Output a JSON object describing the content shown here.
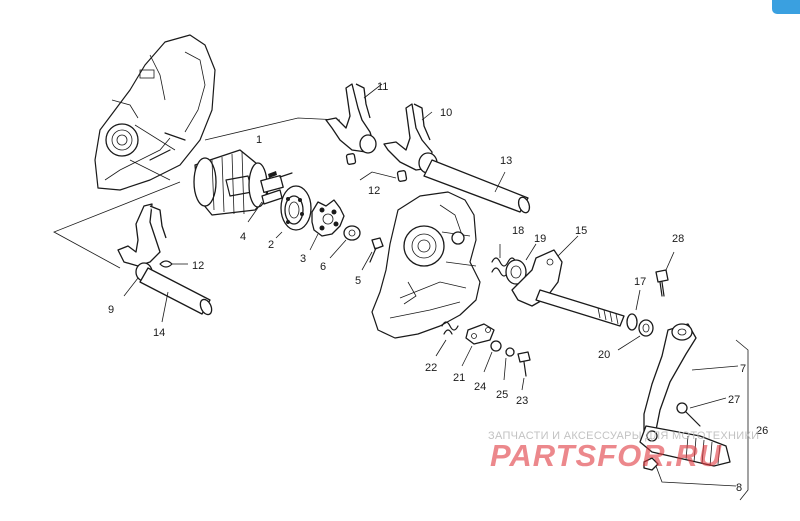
{
  "callouts": {
    "c1": "1",
    "c2": "2",
    "c3": "3",
    "c4": "4",
    "c5": "5",
    "c6": "6",
    "c7": "7",
    "c8": "8",
    "c9": "9",
    "c10": "10",
    "c11": "11",
    "c12a": "12",
    "c12b": "12",
    "c13": "13",
    "c14": "14",
    "c15": "15",
    "c17": "17",
    "c18": "18",
    "c19": "19",
    "c20": "20",
    "c21": "21",
    "c22": "22",
    "c23": "23",
    "c24": "24",
    "c25": "25",
    "c26": "26",
    "c27": "27",
    "c28": "28"
  },
  "watermark": {
    "top_text": "ЗАПЧАСТИ И АКСЕССУАРЫ ДЛЯ МОТОТЕХНИКИ",
    "logo_text": "PARTSFOR.RU",
    "logo_color": "#e0393e"
  },
  "colors": {
    "line": "#1a1a1a",
    "corner_accent": "#3aa0e0"
  }
}
